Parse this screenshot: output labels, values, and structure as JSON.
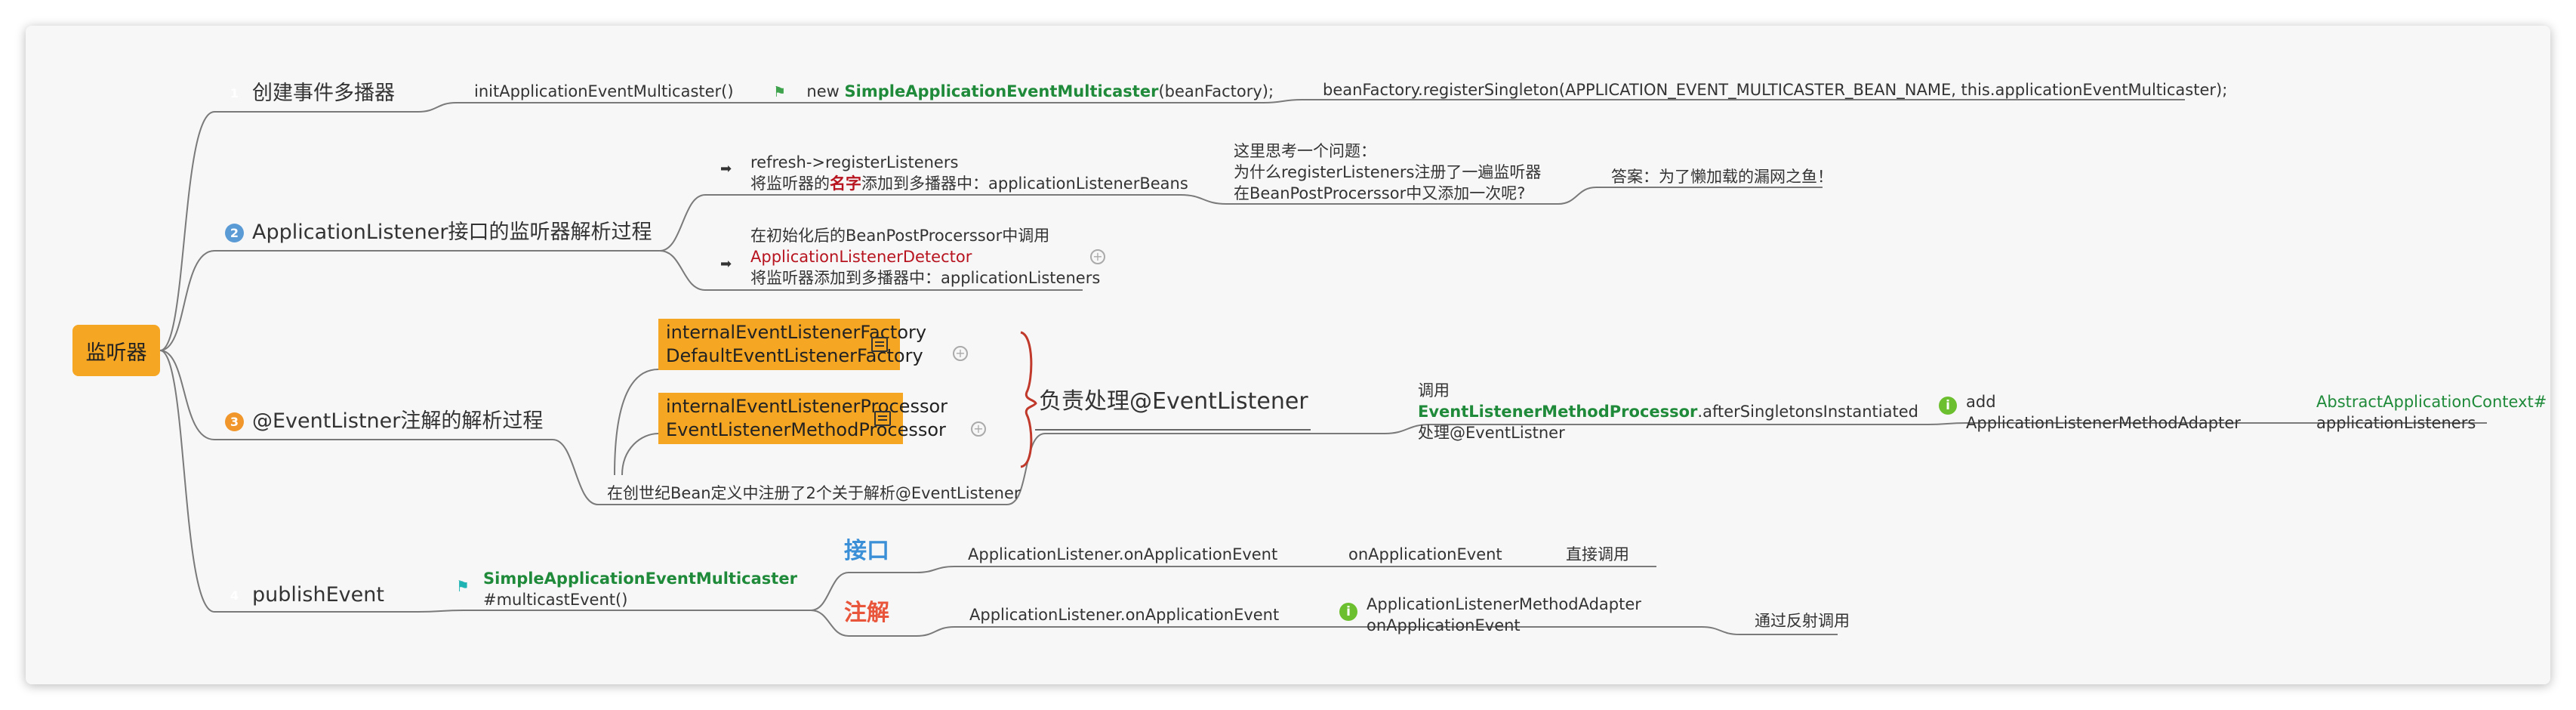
{
  "root": {
    "label": "监听器"
  },
  "branch1": {
    "num": "1",
    "num_color": "#333333",
    "label": "创建事件多播器",
    "method": "initApplicationEventMulticaster()",
    "new_kw": "new ",
    "new_class": "SimpleApplicationEventMulticaster",
    "new_rest": "(beanFactory);",
    "register": "beanFactory.registerSingleton(APPLICATION_EVENT_MULTICASTER_BEAN_NAME, this.applicationEventMulticaster);"
  },
  "branch2": {
    "num": "2",
    "num_color": "#5b9bd5",
    "label": "ApplicationListener接口的监听器解析过程",
    "a_line1": "refresh->registerListeners",
    "a_line2_pre": "将监听器的",
    "a_line2_hl": "名字",
    "a_line2_post": "添加到多播器中：applicationListenerBeans",
    "q_line1": "这里思考一个问题：",
    "q_line2": "为什么registerListeners注册了一遍监听器",
    "q_line3": "在BeanPostProcerssor中又添加一次呢?",
    "answer": "答案：为了懒加载的漏网之鱼！",
    "b_line1": "在初始化后的BeanPostProcerssor中调用",
    "b_line2": "ApplicationListenerDetector",
    "b_line3": "将监听器添加到多播器中：applicationListeners",
    "plus": "+"
  },
  "branch3": {
    "num": "3",
    "num_color": "#f0962a",
    "label": "@EventListner注解的解析过程",
    "box1_line1": "internalEventListenerFactory",
    "box1_line2": "DefaultEventListenerFactory",
    "box2_line1": "internalEventListenerProcessor",
    "box2_line2": "EventListenerMethodProcessor",
    "brace_label": "负责处理@EventListener",
    "registered": "在创世纪Bean定义中注册了2个关于解析@EventListener",
    "call_line1": "调用",
    "call_cls": "EventListenerMethodProcessor",
    "call_rest": ".afterSingletonsInstantiated",
    "call_line3": "处理@EventListner",
    "add_line1": "add",
    "add_line2": "ApplicationListenerMethodAdapter",
    "ctx_line1": "AbstractApplicationContext#",
    "ctx_line2": "applicationListeners",
    "plus": "+"
  },
  "branch4": {
    "num": "4",
    "num_color": "#333333",
    "label": "publishEvent",
    "multicaster_line1": "SimpleApplicationEventMulticaster",
    "multicaster_line2": "#multicastEvent()",
    "iface_label": "接口",
    "iface_color": "#3a8fd6",
    "iface_call": "ApplicationListener.onApplicationEvent",
    "iface_method": "onApplicationEvent",
    "iface_note": "直接调用",
    "anno_label": "注解",
    "anno_color": "#e8553a",
    "anno_call": "ApplicationListener.onApplicationEvent",
    "adapter_line1": "ApplicationListenerMethodAdapter",
    "adapter_line2": "onApplicationEvent",
    "anno_note": "通过反射调用"
  },
  "colors": {
    "line": "#7a7a7a",
    "orange": "#f5a623",
    "brace": "#c0392b",
    "green": "#1f8a3a",
    "dark_red": "#b7141f"
  },
  "icons": [
    "flag-icon",
    "arrow-right-icon",
    "note-icon",
    "plus-circle-icon",
    "info-circle-icon"
  ]
}
